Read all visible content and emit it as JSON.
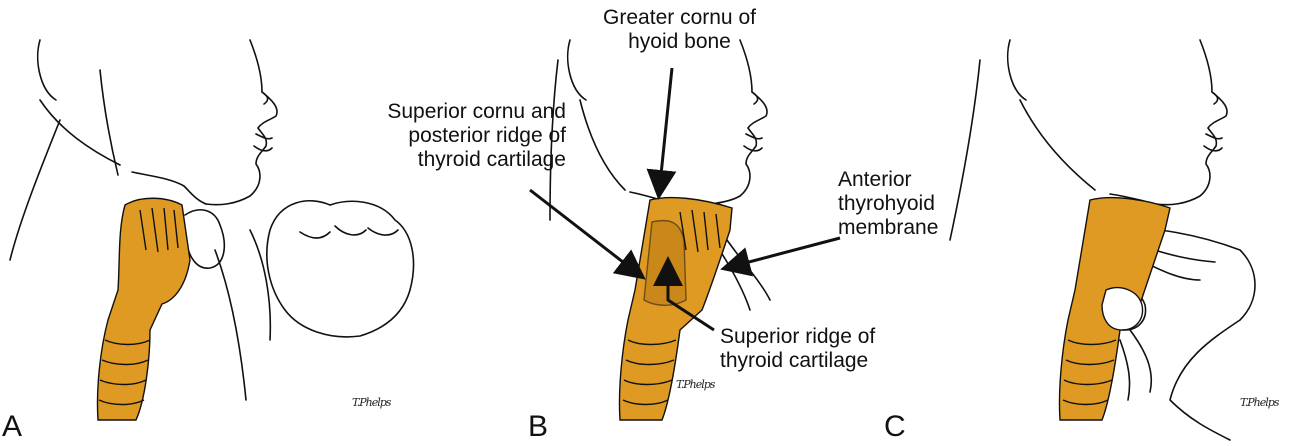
{
  "figure": {
    "colors": {
      "cartilage": "#DE9A22",
      "cartilage_shadow": "#B87A12",
      "line": "#111111",
      "background": "#FFFFFF"
    },
    "panels": [
      {
        "id": "A",
        "letter": "A",
        "signature": "T.Phelps"
      },
      {
        "id": "B",
        "letter": "B",
        "signature": "T.Phelps"
      },
      {
        "id": "C",
        "letter": "C",
        "signature": "T.Phelps"
      }
    ],
    "labels": {
      "greater_cornu": "Greater cornu of\nhyoid bone",
      "superior_cornu": "Superior cornu and\nposterior ridge of\nthyroid cartilage",
      "anterior_membrane": "Anterior\nthyrohyoid\nmembrane",
      "superior_ridge": "Superior ridge of\nthyroid cartilage"
    }
  }
}
